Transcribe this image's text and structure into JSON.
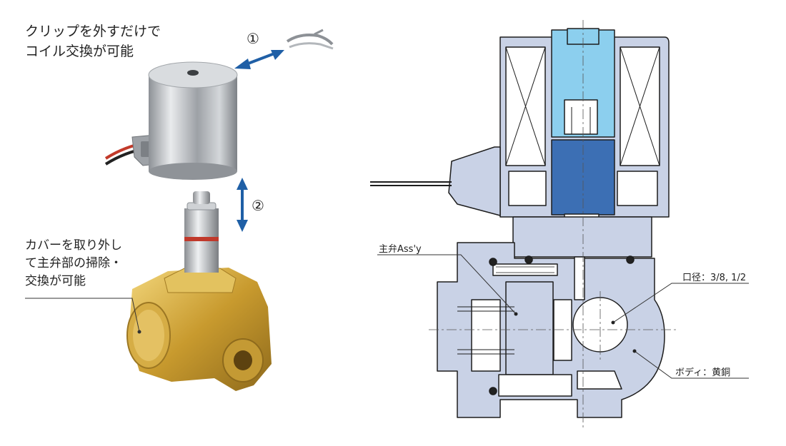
{
  "captions": {
    "clip_line1": "クリップを外すだけで",
    "clip_line2": "コイル交換が可能",
    "cover_line1": "カバーを取り外し",
    "cover_line2": "て主弁部の掃除・",
    "cover_line3": "交換が可能"
  },
  "steps": {
    "step1": "①",
    "step2": "②"
  },
  "labels": {
    "main_valve": "主弁Ass'y",
    "port_size": "口径：3/8, 1/2",
    "body_material": "ボディ：黄銅"
  },
  "colors": {
    "arrow": "#1f5fa6",
    "body_section": "#c9d2e6",
    "core_light": "#8ccfee",
    "plunger": "#3c6fb4",
    "brass": "#c9a23c",
    "steel": "#b5b8bc"
  }
}
